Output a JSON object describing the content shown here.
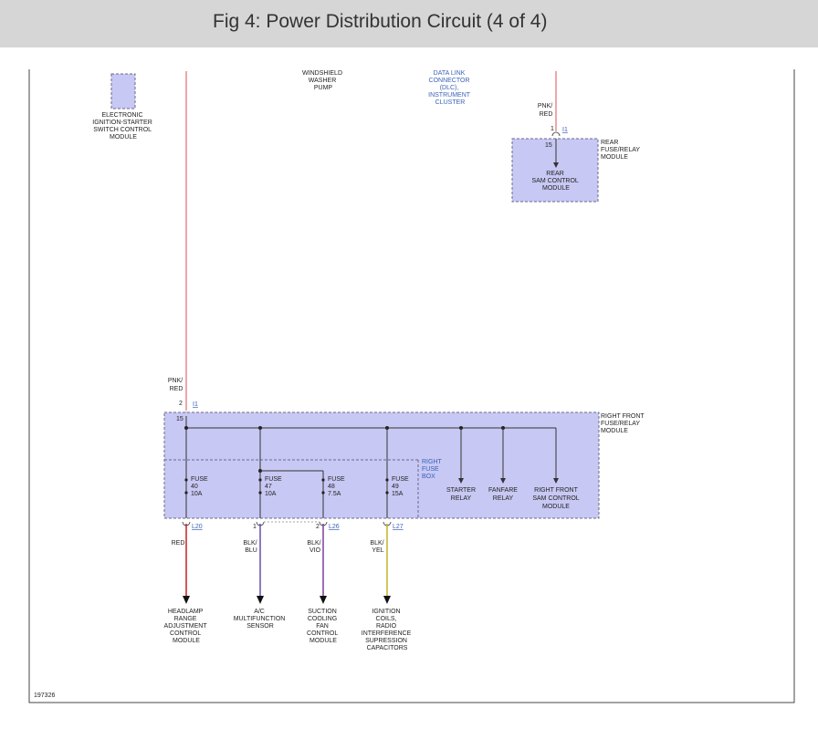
{
  "header": {
    "title": "Fig 4: Power Distribution Circuit (4 of 4)"
  },
  "colors": {
    "header_bg": "#d6d6d6",
    "module_fill": "#c8c8f4",
    "module_border": "#6a6a8a",
    "link_text": "#3a63b7",
    "wire_pnk_red": "#e98a8a",
    "wire_red": "#c81e1e",
    "wire_blk_blu": "#6a4bb0",
    "wire_blk_vio": "#7b3ea0",
    "wire_blk_yel": "#c2b226"
  },
  "top_labels": {
    "eis_module": [
      "ELECTRONIC",
      "IGNITION-STARTER",
      "SWITCH CONTROL",
      "MODULE"
    ],
    "washer_pump": [
      "WINDSHIELD",
      "WASHER",
      "PUMP"
    ],
    "dlc": [
      "DATA LINK",
      "CONNECTOR",
      "(DLC),",
      "INSTRUMENT",
      "CLUSTER"
    ]
  },
  "rear_module": {
    "wire_color": [
      "PNK/",
      "RED"
    ],
    "pin_top": "1",
    "connector": "I1",
    "pin_inside": "15",
    "inner_label": [
      "REAR",
      "SAM CONTROL",
      "MODULE"
    ],
    "side_label": [
      "REAR",
      "FUSE/RELAY",
      "MODULE"
    ]
  },
  "front_feed": {
    "wire_color": [
      "PNK/",
      "RED"
    ],
    "pin_top": "2",
    "connector": "I1",
    "pin_inside": "15"
  },
  "front_module": {
    "side_label": [
      "RIGHT FRONT",
      "FUSE/RELAY",
      "MODULE"
    ],
    "fuse_box_label": [
      "RIGHT",
      "FUSE",
      "BOX"
    ],
    "fuses": [
      {
        "label": [
          "FUSE",
          "40",
          "10A"
        ]
      },
      {
        "label": [
          "FUSE",
          "47",
          "10A"
        ]
      },
      {
        "label": [
          "FUSE",
          "48",
          "7.5A"
        ]
      },
      {
        "label": [
          "FUSE",
          "49",
          "15A"
        ]
      }
    ],
    "relays": [
      {
        "label": [
          "STARTER",
          "RELAY"
        ]
      },
      {
        "label": [
          "FANFARE",
          "RELAY"
        ]
      },
      {
        "label": [
          "RIGHT FRONT",
          "SAM CONTROL",
          "MODULE"
        ]
      }
    ]
  },
  "outputs": [
    {
      "pin": "",
      "connector": "L20",
      "wire_color": [
        "RED"
      ],
      "device": [
        "HEADLAMP",
        "RANGE",
        "ADJUSTMENT",
        "CONTROL",
        "MODULE"
      ]
    },
    {
      "pin": "1",
      "connector": "",
      "wire_color": [
        "BLK/",
        "BLU"
      ],
      "device": [
        "A/C",
        "MULTIFUNCTION",
        "SENSOR"
      ]
    },
    {
      "pin": "2",
      "connector": "L26",
      "wire_color": [
        "BLK/",
        "VIO"
      ],
      "device": [
        "SUCTION",
        "COOLING",
        "FAN",
        "CONTROL",
        "MODULE"
      ]
    },
    {
      "pin": "",
      "connector": "L27",
      "wire_color": [
        "BLK/",
        "YEL"
      ],
      "device": [
        "IGNITION",
        "COILS,",
        "RADIO",
        "INTERFERENCE",
        "SUPRESSION",
        "CAPACITORS"
      ]
    }
  ],
  "figure_id": "197326"
}
